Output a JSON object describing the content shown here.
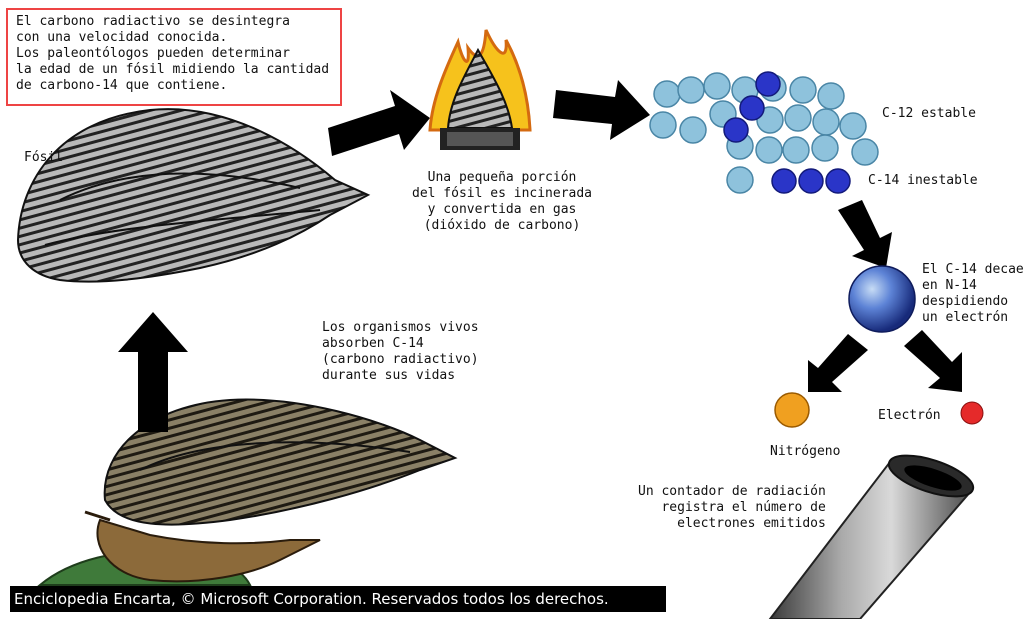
{
  "intro_text": "El carbono radiactivo se desintegra\ncon una velocidad conocida.\nLos paleontólogos pueden determinar\nla edad de un fósil midiendo la cantidad\nde carbono-14 que contiene.",
  "fossil_label": "Fósil",
  "incineration_text": "Una pequeña porción\ndel fósil es incinerada\ny convertida en gas\n(dióxido de carbono)",
  "c12_label": "C-12 estable",
  "c14_label": "C-14 inestable",
  "decay_text": "El C-14 decae\nen N-14\ndespidiendo\nun electrón",
  "nitrogen_label": "Nitrógeno",
  "electron_label": "Electrón",
  "living_text": "Los organismos vivos\nabsorben C-14\n(carbono radiactivo)\ndurante sus vidas",
  "counter_text": "Un contador de radiación\nregistra el número de\nelectrones emitidos",
  "copyright": "Enciclopedia Encarta, © Microsoft Corporation. Reservados todos los derechos.",
  "colors": {
    "c12": "#8ec2dc",
    "c14": "#2a35c8",
    "nitrogen": "#f0a020",
    "electron": "#e52a2a",
    "border": "#e44444"
  }
}
